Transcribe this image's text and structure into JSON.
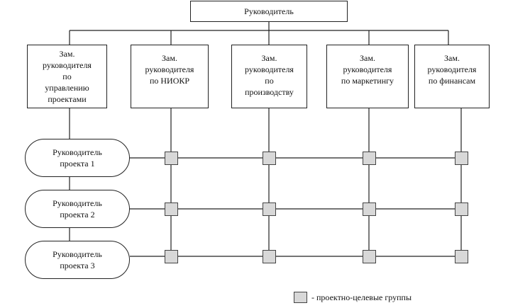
{
  "top": {
    "label": "Руководитель"
  },
  "deputies": [
    {
      "lines": [
        "Зам.",
        "руководителя",
        "по",
        "управлению",
        "проектами"
      ]
    },
    {
      "lines": [
        "Зам.",
        "руководителя",
        "по НИОКР"
      ]
    },
    {
      "lines": [
        "Зам.",
        "руководителя",
        "по",
        "производству"
      ]
    },
    {
      "lines": [
        "Зам.",
        "руководителя",
        "по маркетингу"
      ]
    },
    {
      "lines": [
        "Зам.",
        "руководителя",
        "по финансам"
      ]
    }
  ],
  "project_managers": [
    {
      "line1": "Руководитель",
      "line2": "проекта 1"
    },
    {
      "line1": "Руководитель",
      "line2": "проекта 2"
    },
    {
      "line1": "Руководитель",
      "line2": "проекта 3"
    }
  ],
  "legend": {
    "label": "- проектно-целевые группы"
  },
  "colors": {
    "cell_fill": "#d8d8d8",
    "line": "#222222"
  }
}
